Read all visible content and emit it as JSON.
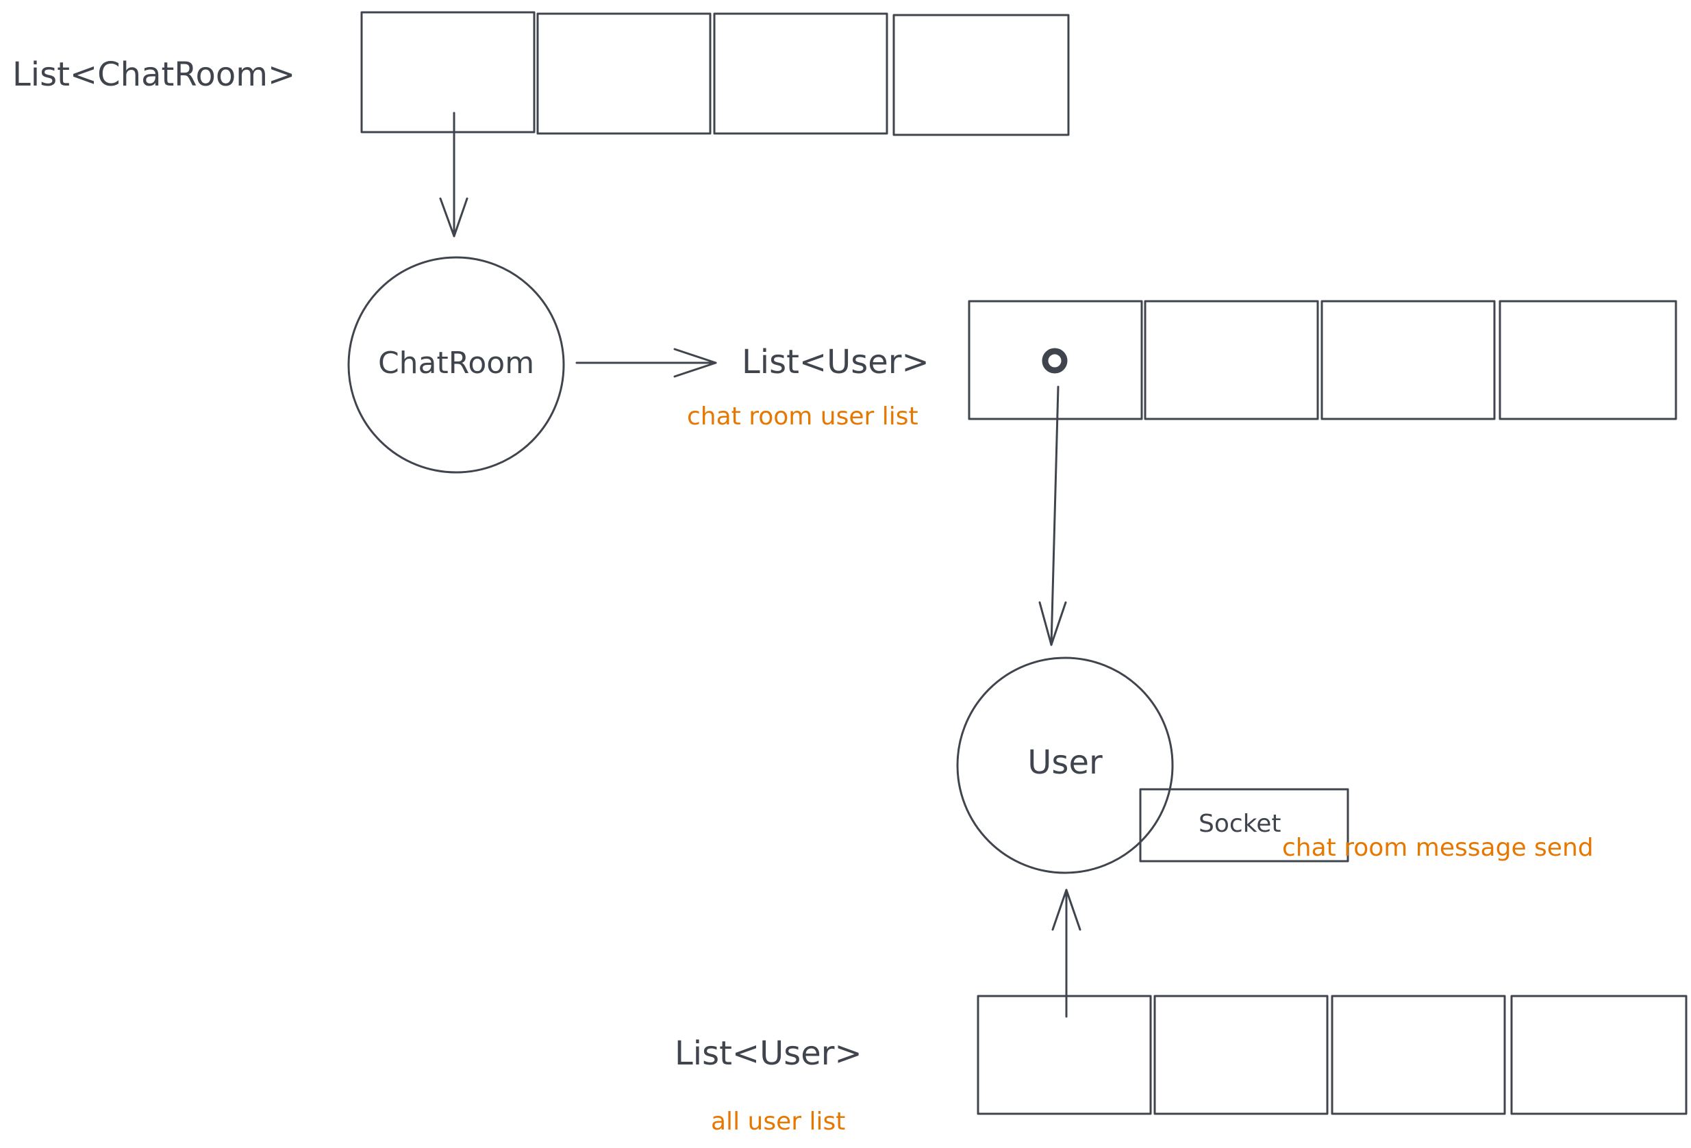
{
  "labels": {
    "chatroom_list": "List<ChatRoom>",
    "chatroom_node": "ChatRoom",
    "room_user_list": "List<User>",
    "room_user_list_note": "chat room user list",
    "user_node": "User",
    "socket_label": "Socket",
    "socket_note": "chat room message send",
    "all_user_list": "List<User>",
    "all_user_list_note": "all user list"
  },
  "colors": {
    "ink": "#3f444d",
    "note": "#e67700",
    "background": "#ffffff"
  }
}
